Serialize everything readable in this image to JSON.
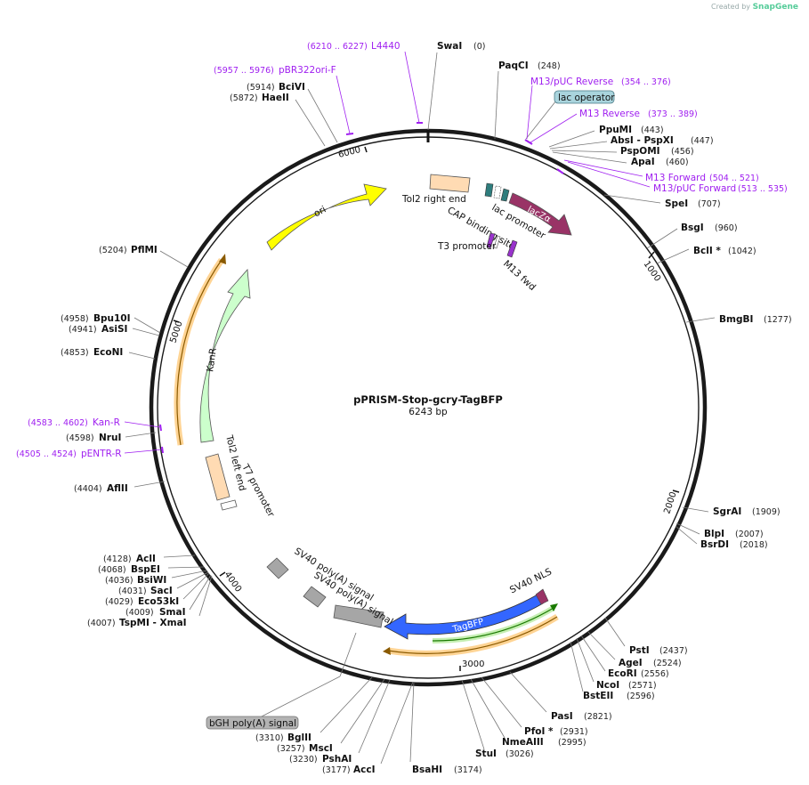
{
  "header": {
    "created_by": "Created by",
    "brand": "SnapGene"
  },
  "plasmid": {
    "name": "pPRISM-Stop-gcry-TagBFP",
    "size_label": "6243 bp",
    "length": 6243
  },
  "ticks": [
    "1000",
    "2000",
    "3000",
    "4000",
    "5000",
    "6000"
  ],
  "sites": [
    {
      "name": "SwaI",
      "pos": "(0)"
    },
    {
      "name": "PaqCI",
      "pos": "(248)"
    },
    {
      "name": "PpuMI",
      "pos": "(443)"
    },
    {
      "name": "AbsI  - PspXI",
      "pos": "(447)"
    },
    {
      "name": "PspOMI",
      "pos": "(456)"
    },
    {
      "name": "ApaI",
      "pos": "(460)"
    },
    {
      "name": "SpeI",
      "pos": "(707)"
    },
    {
      "name": "BsgI",
      "pos": "(960)"
    },
    {
      "name": "BclI *",
      "pos": "(1042)"
    },
    {
      "name": "BmgBI",
      "pos": "(1277)"
    },
    {
      "name": "SgrAI",
      "pos": "(1909)"
    },
    {
      "name": "BlpI",
      "pos": "(2007)"
    },
    {
      "name": "BsrDI",
      "pos": "(2018)"
    },
    {
      "name": "PstI",
      "pos": "(2437)"
    },
    {
      "name": "AgeI",
      "pos": "(2524)"
    },
    {
      "name": "EcoRI",
      "pos": "(2556)"
    },
    {
      "name": "NcoI",
      "pos": "(2571)"
    },
    {
      "name": "BstEII",
      "pos": "(2596)"
    },
    {
      "name": "PasI",
      "pos": "(2821)"
    },
    {
      "name": "PfoI *",
      "pos": "(2931)"
    },
    {
      "name": "NmeAIII",
      "pos": "(2995)"
    },
    {
      "name": "StuI",
      "pos": "(3026)"
    },
    {
      "name": "BsaHI",
      "pos": "(3174)"
    },
    {
      "name": "AccI",
      "pos": "(3177)"
    },
    {
      "name": "PshAI",
      "pos": "(3230)"
    },
    {
      "name": "MscI",
      "pos": "(3257)"
    },
    {
      "name": "BglII",
      "pos": "(3310)"
    },
    {
      "name": "TspMI  - XmaI",
      "pos": "(4007)"
    },
    {
      "name": "SmaI",
      "pos": "(4009)"
    },
    {
      "name": "Eco53kI",
      "pos": "(4029)"
    },
    {
      "name": "SacI",
      "pos": "(4031)"
    },
    {
      "name": "BsiWI",
      "pos": "(4036)"
    },
    {
      "name": "BspEI",
      "pos": "(4068)"
    },
    {
      "name": "AclI",
      "pos": "(4128)"
    },
    {
      "name": "AflII",
      "pos": "(4404)"
    },
    {
      "name": "NruI",
      "pos": "(4598)"
    },
    {
      "name": "EcoNI",
      "pos": "(4853)"
    },
    {
      "name": "AsiSI",
      "pos": "(4941)"
    },
    {
      "name": "Bpu10I",
      "pos": "(4958)"
    },
    {
      "name": "PflMI",
      "pos": "(5204)"
    },
    {
      "name": "HaeII",
      "pos": "(5872)"
    },
    {
      "name": "BciVI",
      "pos": "(5914)"
    }
  ],
  "primers": [
    {
      "name": "L4440",
      "pos": "(6210 .. 6227)"
    },
    {
      "name": "pBR322ori-F",
      "pos": "(5957 .. 5976)"
    },
    {
      "name": "M13/pUC Reverse",
      "pos": "(354 .. 376)"
    },
    {
      "name": "M13 Reverse",
      "pos": "(373 .. 389)"
    },
    {
      "name": "M13 Forward",
      "pos": "(504 .. 521)"
    },
    {
      "name": "M13/pUC Forward",
      "pos": "(513 .. 535)"
    },
    {
      "name": "Kan-R",
      "pos": "(4583 .. 4602)"
    },
    {
      "name": "pENTR-R",
      "pos": "(4505 .. 4524)"
    }
  ],
  "features": [
    {
      "name": "ori",
      "color": "#ffff00"
    },
    {
      "name": "KanR",
      "color": "#ccffcc"
    },
    {
      "name": "lacZα",
      "color": "#993366"
    },
    {
      "name": "TagBFP",
      "color": "#3366ff"
    },
    {
      "name": "Tol2 right end",
      "color": "#ffdbb3"
    },
    {
      "name": "Tol2 left end",
      "color": "#ffdbb3"
    },
    {
      "name": "lac promoter",
      "color": "#ffffff"
    },
    {
      "name": "CAP binding site",
      "color": "#2e7d7d"
    },
    {
      "name": "T3 promoter",
      "color": "#ffffff"
    },
    {
      "name": "M13 fwd",
      "color": "#9933cc"
    },
    {
      "name": "T7 promoter",
      "color": "#ffffff"
    },
    {
      "name": "SV40 poly(A) signal",
      "color": "#a6a6a6"
    },
    {
      "name": "SV40 poly(A) signal",
      "color": "#a6a6a6"
    },
    {
      "name": "SV40 NLS",
      "color": "#993366"
    },
    {
      "name": "lac operator",
      "color": "#a9d4dd"
    },
    {
      "name": "bGH poly(A) signal",
      "color": "#b3b3b3"
    }
  ]
}
